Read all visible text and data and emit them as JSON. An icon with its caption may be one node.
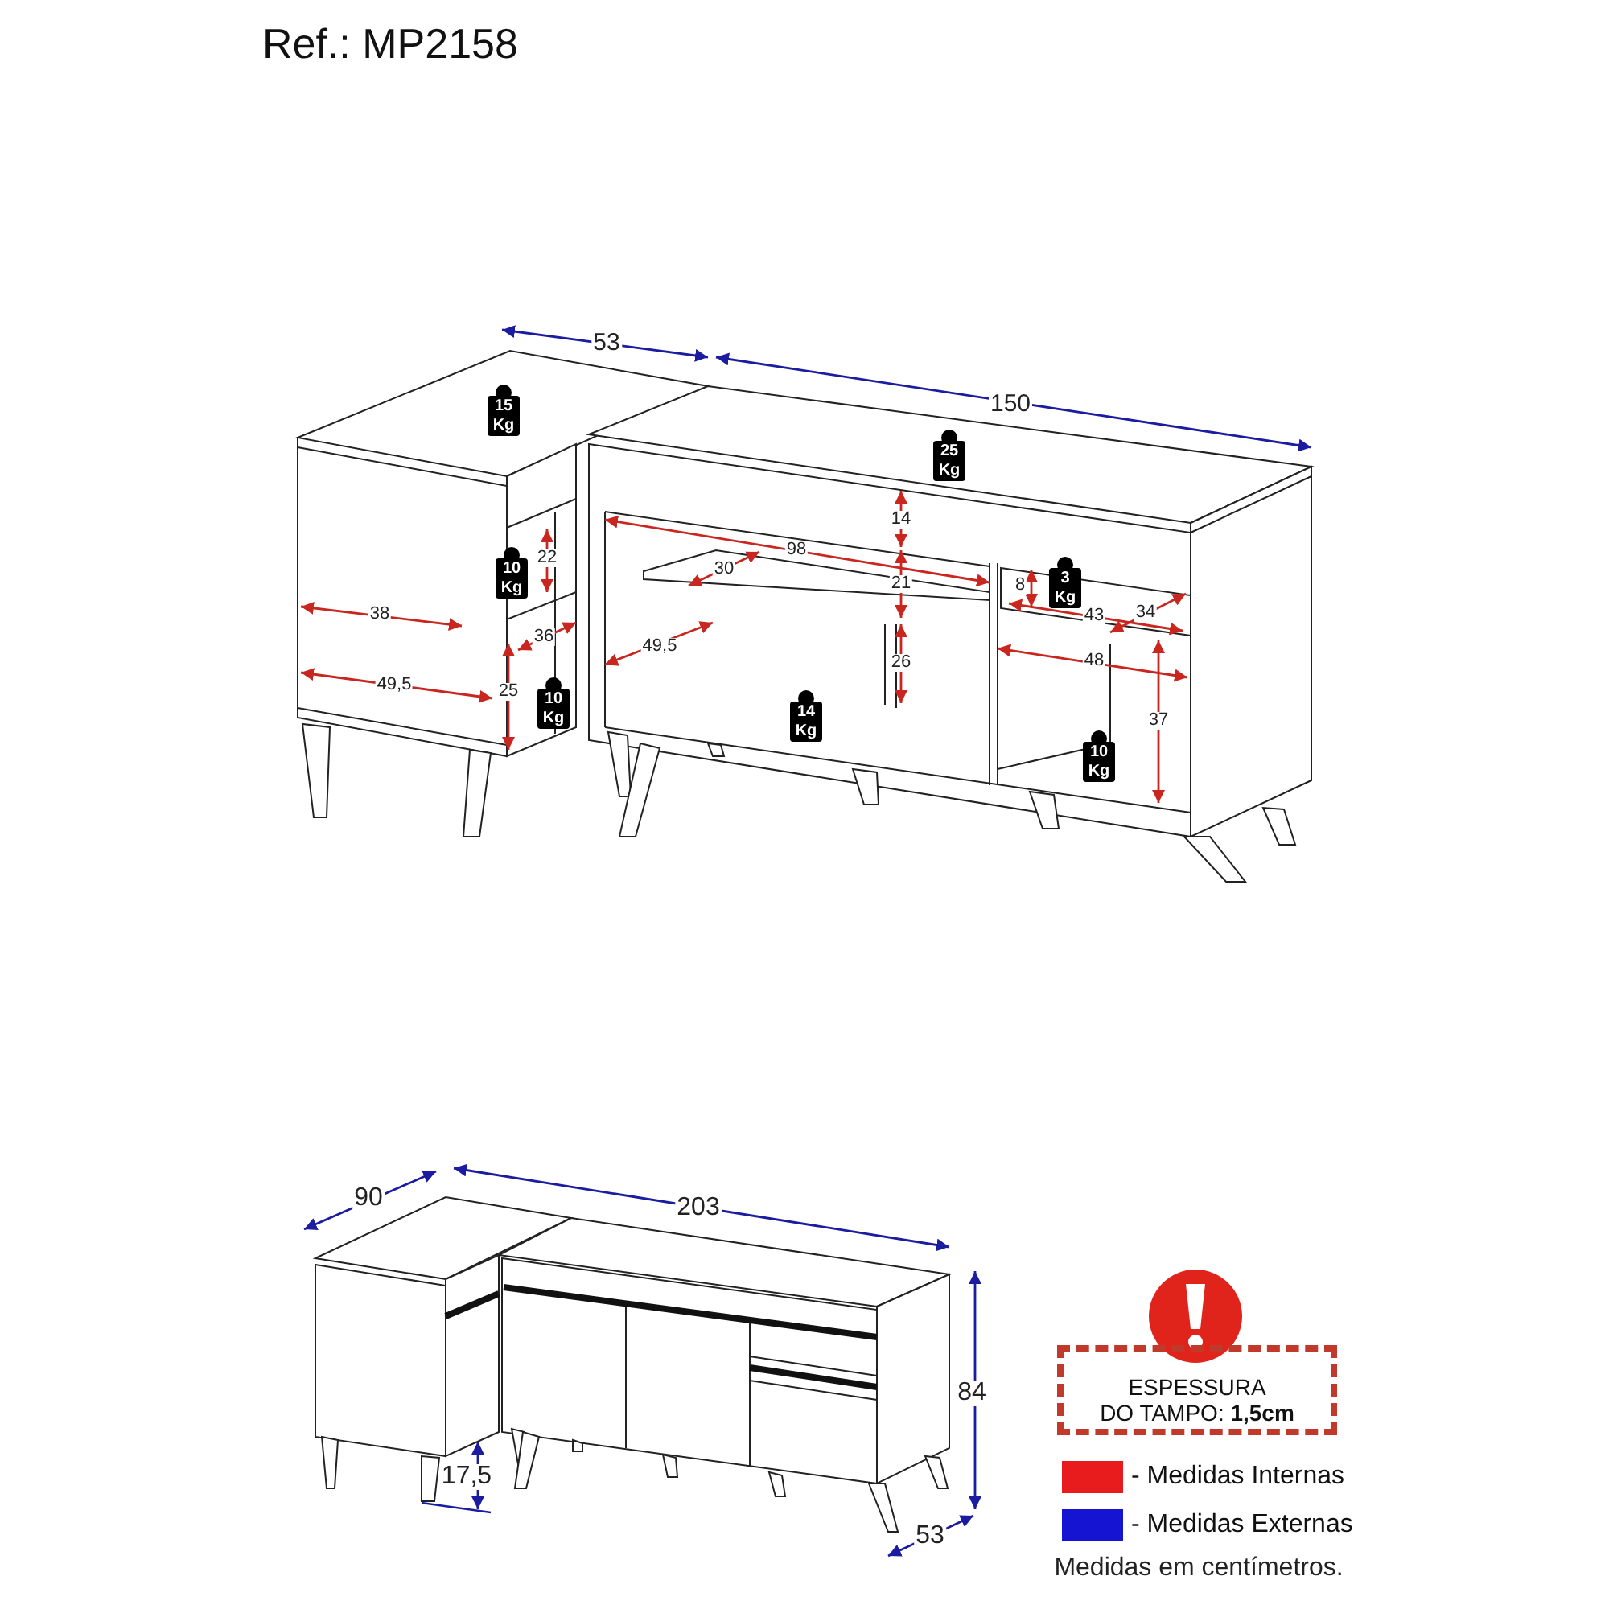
{
  "diagram": {
    "title": "Ref.: MP2158",
    "nodes": [
      {
        "text": [
          "15 Kg"
        ]
      },
      {
        "text": [
          "25 Kg"
        ]
      },
      {
        "text": [
          "10 Kg"
        ]
      },
      {
        "text": [
          "3 Kg"
        ]
      },
      {
        "text": [
          "10 Kg"
        ]
      },
      {
        "text": [
          "14 Kg"
        ]
      },
      {
        "text": [
          "10 Kg"
        ]
      },
      {
        "text": [
          "ESPESSURA DO TAMPO: **1,5cm**"
        ]
      }
    ],
    "labels": [
      "53",
      "150",
      "14",
      "22",
      "98",
      "30",
      "21",
      "8",
      "38",
      "43",
      "34",
      "36",
      "49,5",
      "26",
      "48",
      "49,5",
      "25",
      "37",
      "90",
      "203",
      "84",
      "17,5",
      "53",
      "Medidas em centímetros."
    ],
    "legend": [
      {
        "text": "- Medidas Internas",
        "color": "#e81c1c"
      },
      {
        "text": "- Medidas Externas",
        "color": "#1414d2"
      }
    ]
  }
}
